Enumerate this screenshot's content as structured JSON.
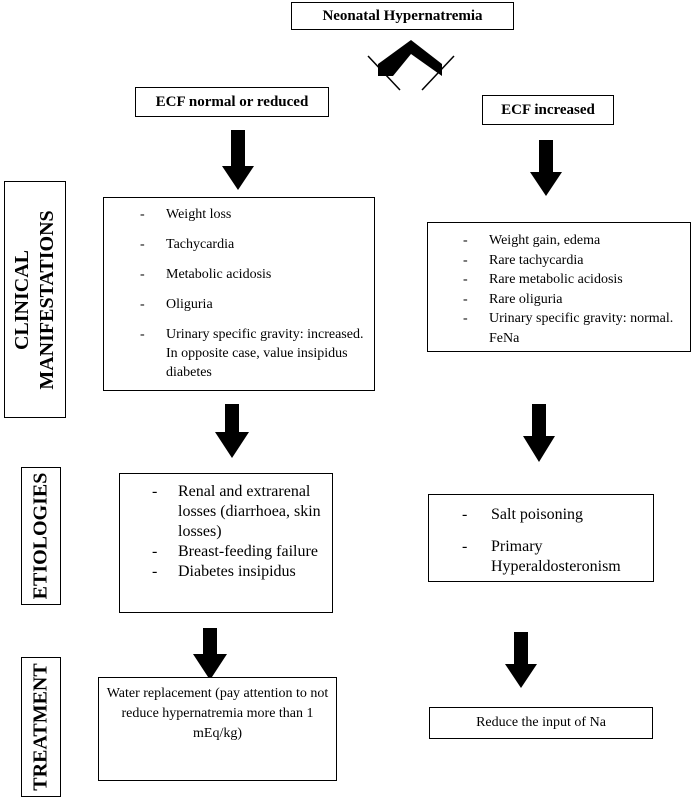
{
  "title": "Neonatal Hypernatremia",
  "left_branch": "ECF normal or reduced",
  "right_branch": "ECF increased",
  "sections": {
    "clinical": [
      "CLINICAL",
      "MANIFESTATIONS"
    ],
    "etiologies": "ETIOLOGIES",
    "treatment": "TREATMENT"
  },
  "left_clinical": [
    "Weight loss",
    "Tachycardia",
    "Metabolic acidosis",
    "Oliguria",
    "Urinary specific gravity: increased. In opposite case, value insipidus diabetes"
  ],
  "right_clinical": [
    "Weight gain, edema",
    "Rare tachycardia",
    "Rare metabolic acidosis",
    "Rare oliguria",
    "Urinary specific gravity: normal. FeNa"
  ],
  "left_etiologies": [
    "Renal and extrarenal losses (diarrhoea, skin losses)",
    "Breast-feeding failure",
    "Diabetes insipidus"
  ],
  "right_etiologies": [
    "Salt poisoning",
    "Primary Hyperaldosteronism"
  ],
  "left_treatment": "Water replacement (pay attention to not reduce hypernatremia more than 1 mEq/kg)",
  "right_treatment": "Reduce the input of Na",
  "bullet": "-"
}
